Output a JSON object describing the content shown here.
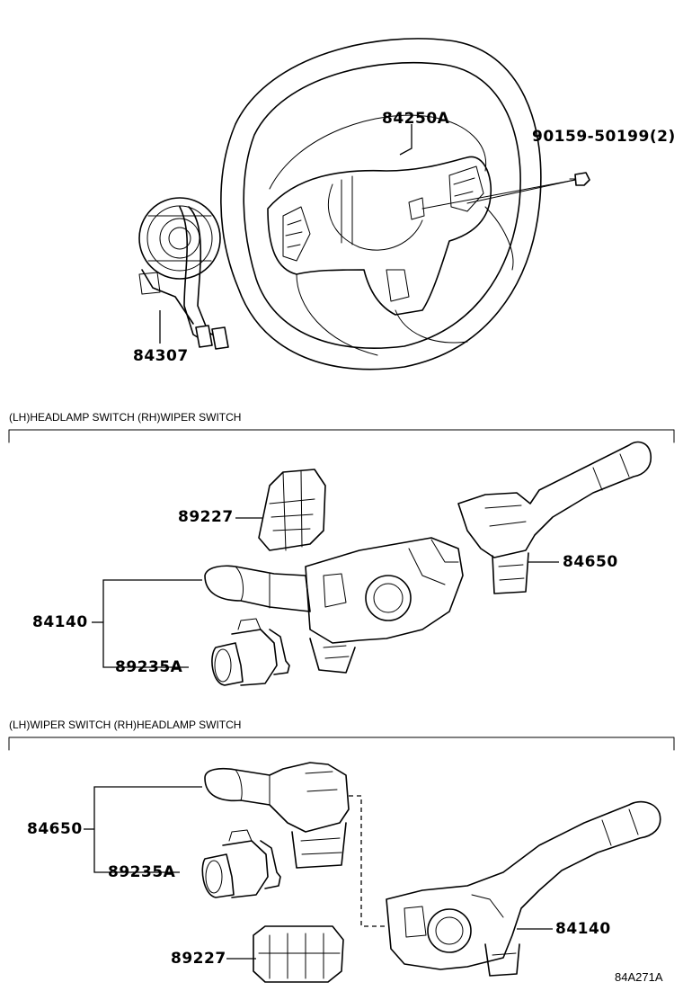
{
  "diagram_code": "84A271A",
  "sections": [
    {
      "id": "lh-headlamp-rh-wiper",
      "label": "(LH)HEADLAMP SWITCH (RH)WIPER SWITCH"
    },
    {
      "id": "lh-wiper-rh-headlamp",
      "label": "(LH)WIPER SWITCH (RH)HEADLAMP SWITCH"
    }
  ],
  "parts": {
    "steering_wheel": "84250A",
    "screw": "90159-50199(2)",
    "spiral_cable": "84307",
    "sec1_retainer": "89227",
    "sec1_wiper_switch": "84650",
    "sec1_headlamp_switch": "84140",
    "sec1_fog_switch": "89235A",
    "sec2_wiper_switch": "84650",
    "sec2_fog_switch": "89235A",
    "sec2_retainer": "89227",
    "sec2_headlamp_switch": "84140"
  }
}
